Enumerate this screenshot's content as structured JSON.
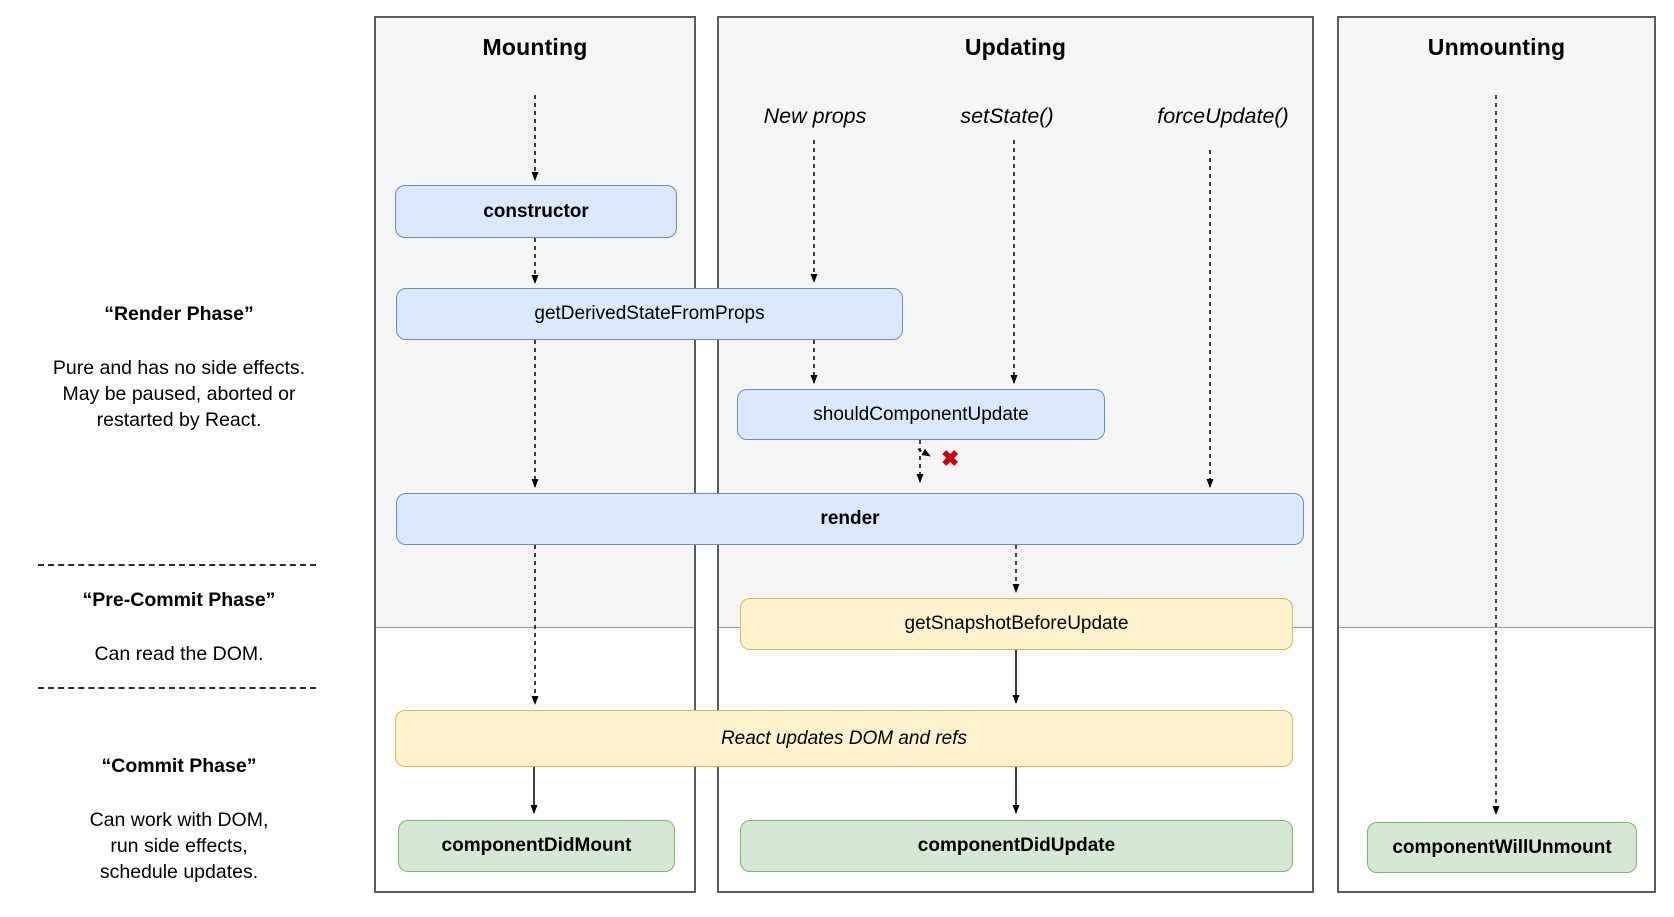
{
  "columns": [
    {
      "title": "Mounting"
    },
    {
      "title": "Updating"
    },
    {
      "title": "Unmounting"
    }
  ],
  "side_phases": [
    {
      "title": "“Render Phase”",
      "lines": [
        "Pure and has no side effects.",
        "May be paused, aborted or",
        "restarted by React."
      ]
    },
    {
      "title": "“Pre-Commit Phase”",
      "lines": [
        "Can read the DOM."
      ]
    },
    {
      "title": "“Commit Phase”",
      "lines": [
        "Can work with DOM,",
        "run side effects,",
        "schedule updates."
      ]
    }
  ],
  "triggers": [
    {
      "label": "New props"
    },
    {
      "label": "setState()"
    },
    {
      "label": "forceUpdate()"
    }
  ],
  "boxes": {
    "constructor": "constructor",
    "get_derived_state_from_props": "getDerivedStateFromProps",
    "should_component_update": "shouldComponentUpdate",
    "render": "render",
    "get_snapshot_before_update": "getSnapshotBeforeUpdate",
    "react_updates_dom": "React updates DOM and refs",
    "component_did_mount": "componentDidMount",
    "component_did_update": "componentDidUpdate",
    "component_will_unmount": "componentWillUnmount"
  },
  "marks": {
    "skip_update_x": "✖"
  },
  "colors": {
    "lifecycle_box_fill": "#dae8fc",
    "lifecycle_box_border": "#6c8ebf",
    "side_effect_box_fill": "#fff2cc",
    "side_effect_box_border": "#d6b656",
    "commit_box_fill": "#d5e8d4",
    "commit_box_border": "#82b366",
    "panel_fill": "#f5f5f5",
    "panel_border": "#5c5c5c",
    "x_mark_color": "#cc0000"
  }
}
